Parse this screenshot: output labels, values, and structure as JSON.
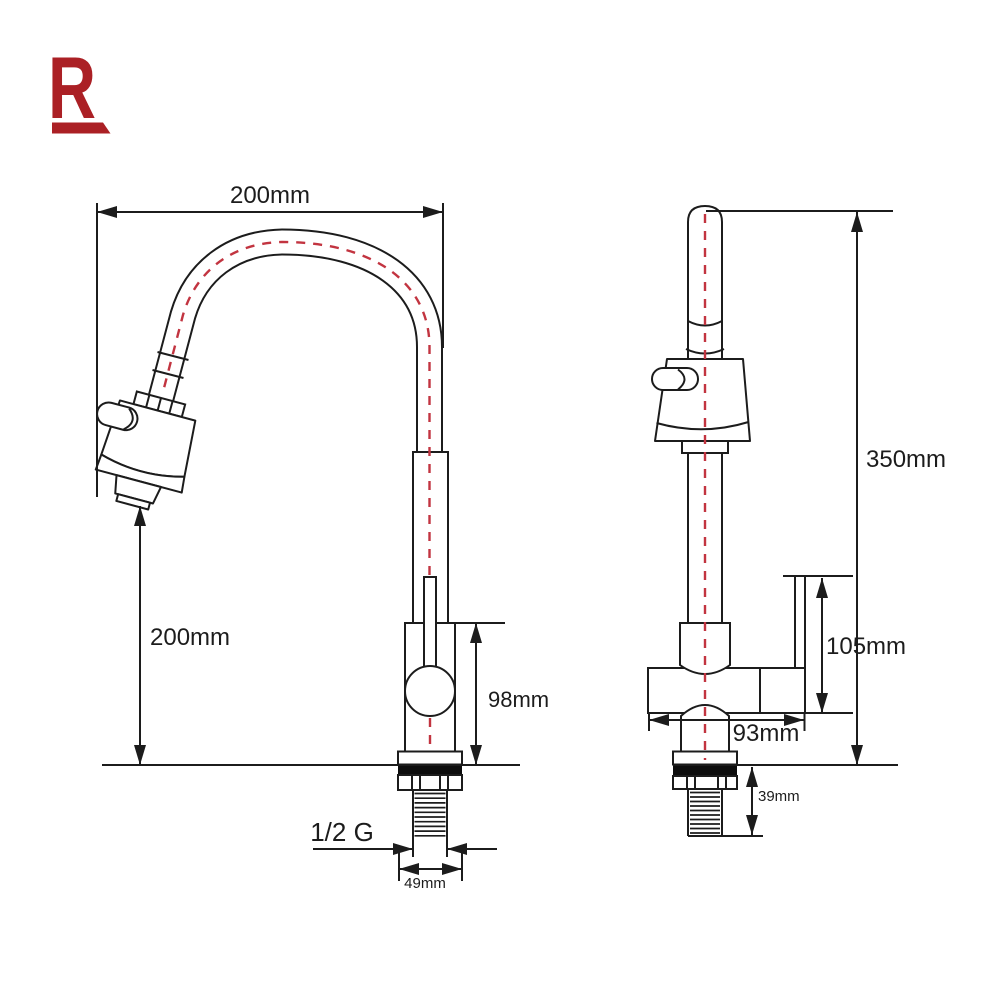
{
  "logo": {
    "letter": "R",
    "color": "#ab2025"
  },
  "colors": {
    "outline": "#1c1c1c",
    "centerline_red": "#c23440",
    "gasket_black": "#0d0d0d"
  },
  "front_view": {
    "spout_width": "200mm",
    "spout_height": "200mm",
    "body_height": "98mm",
    "thread_type": "1/2 G",
    "flange_width": "49mm"
  },
  "side_view": {
    "total_height": "350mm",
    "lever_height": "105mm",
    "body_width": "93mm",
    "shank_depth": "39mm"
  }
}
